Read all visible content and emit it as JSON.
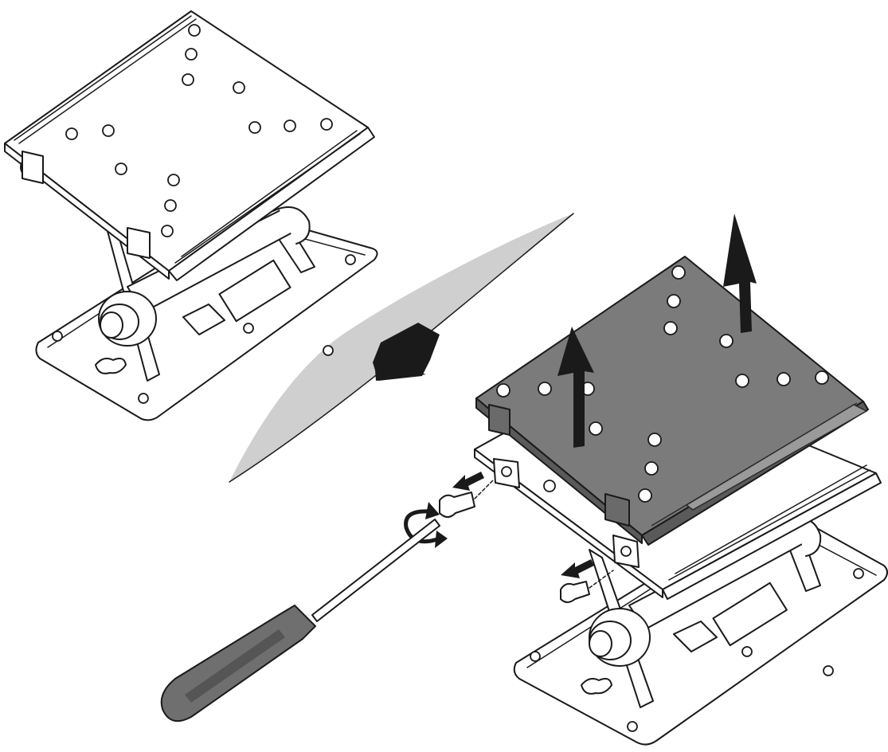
{
  "colors": {
    "line": "#1a1a1a",
    "background": "#ffffff",
    "removed_plate": "#7b7b7b",
    "removed_plate_edge": "#5a5a5a",
    "screwdriver_handle": "#6f6f6f",
    "screwdriver_grip": "#555555",
    "divider_shadow": "#cfcfcf"
  },
  "icons": {
    "transition_arrow": "arrow-down-icon",
    "lift_arrows": "arrow-up-icon",
    "screw_out_arrows": "arrow-left-icon",
    "rotate": "rotate-ccw-icon"
  },
  "diagram": {
    "panels": [
      {
        "name": "assembled-mount",
        "state": "before"
      },
      {
        "name": "disassembled-mount",
        "state": "after"
      }
    ],
    "steps": [
      {
        "action": "unscrew-screws",
        "tool": "screwdriver",
        "count": 2
      },
      {
        "action": "lift-plate-off",
        "arrows": 2
      }
    ]
  }
}
